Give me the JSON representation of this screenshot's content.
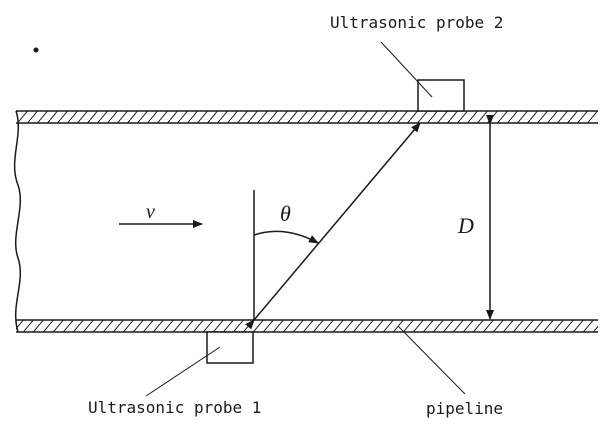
{
  "labels": {
    "probe2": "Ultrasonic probe 2",
    "probe1": "Ultrasonic probe 1",
    "pipeline": "pipeline"
  },
  "symbols": {
    "velocity": "v",
    "angle": "θ",
    "diameter": "D"
  },
  "colors": {
    "ink": "#1a1a1a",
    "background": "#ffffff"
  }
}
